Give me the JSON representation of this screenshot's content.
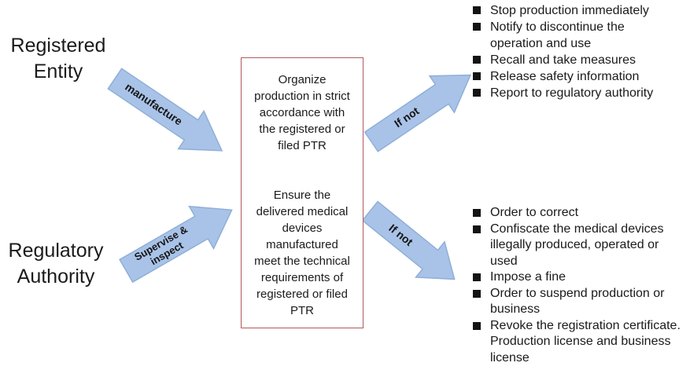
{
  "diagram": {
    "actors": [
      {
        "label": "Registered Entity"
      },
      {
        "label": "Regulatory Authority"
      }
    ],
    "arrows": {
      "manufacture": {
        "label": "manufacture"
      },
      "supervise": {
        "label": "Supervise & inspect"
      },
      "if_not_top": {
        "label": "If not"
      },
      "if_not_bottom": {
        "label": "If not"
      }
    },
    "center_box": {
      "sections": [
        "Organize production in strict accordance with the registered or filed PTR",
        "Ensure the delivered medical devices manufactured meet the technical requirements of registered or filed PTR"
      ]
    },
    "consequences": {
      "registered_entity": [
        "Stop production immediately",
        "Notify to discontinue the operation and use",
        "Recall and take measures",
        "Release safety information",
        "Report to regulatory authority"
      ],
      "regulatory_authority": [
        "Order to correct",
        "Confiscate the medical devices illegally produced, operated or used",
        "Impose a fine",
        "Order to suspend production or business",
        "Revoke the registration certificate. Production license and business license"
      ]
    }
  },
  "colors": {
    "arrow_fill": "#a9c3e8",
    "arrow_stroke": "#8fafd8",
    "box_border": "#b05a5e",
    "bullet": "#141414"
  }
}
